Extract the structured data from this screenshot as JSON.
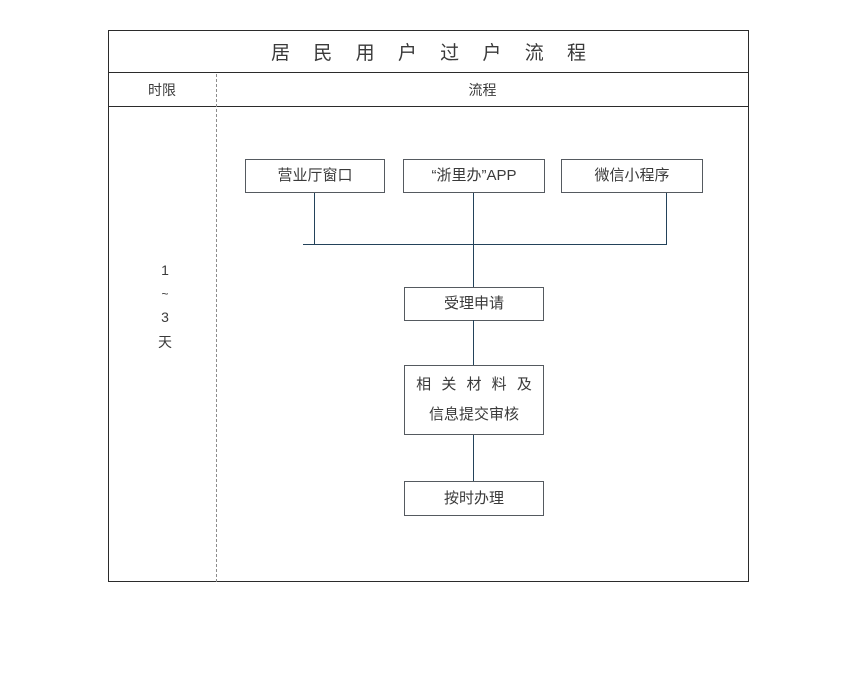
{
  "table": {
    "title": "居 民 用 户 过 户 流 程",
    "headers": {
      "time_limit": "时限",
      "flow": "流程"
    }
  },
  "duration": {
    "from": "1",
    "separator": "~",
    "to": "3",
    "unit": "天"
  },
  "flow": {
    "entry_nodes": [
      {
        "id": "hall",
        "label": "营业厅窗口"
      },
      {
        "id": "app",
        "label": "“浙里办”APP"
      },
      {
        "id": "miniapp",
        "label": "微信小程序"
      }
    ],
    "steps": [
      {
        "id": "accept",
        "label": "受理申请"
      },
      {
        "id": "materials",
        "line1": "相 关 材 料 及",
        "line2": "信息提交审核"
      },
      {
        "id": "ontime",
        "label": "按时办理"
      }
    ]
  },
  "colors": {
    "frame": "#2b2b2b",
    "node_border": "#555a60",
    "connector": "#23425a",
    "divider_dashed": "#8d8d8d",
    "text": "#3a3a3a",
    "background": "#ffffff"
  }
}
